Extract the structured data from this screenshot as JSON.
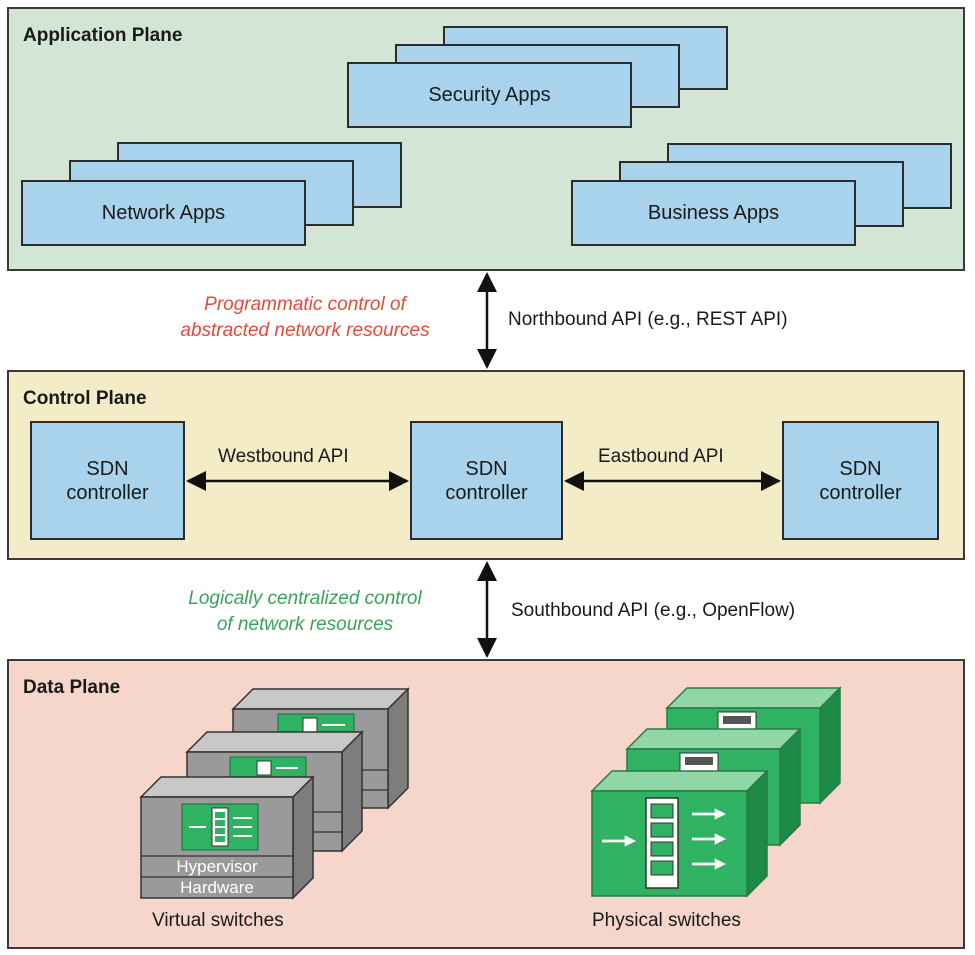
{
  "app_plane": {
    "title": "Application Plane",
    "security_apps": "Security Apps",
    "network_apps": "Network Apps",
    "business_apps": "Business Apps"
  },
  "northbound": {
    "note_line1": "Programmatic control of",
    "note_line2": "abstracted network resources",
    "api_label": "Northbound API (e.g., REST API)"
  },
  "control_plane": {
    "title": "Control Plane",
    "controller_line1": "SDN",
    "controller_line2": "controller",
    "westbound_label": "Westbound API",
    "eastbound_label": "Eastbound API"
  },
  "southbound": {
    "note_line1": "Logically centralized control",
    "note_line2": "of network resources",
    "api_label": "Southbound API (e.g., OpenFlow)"
  },
  "data_plane": {
    "title": "Data Plane",
    "hypervisor_label": "Hypervisor",
    "hardware_label": "Hardware",
    "virtual_switches_label": "Virtual switches",
    "physical_switches_label": "Physical switches"
  },
  "colors": {
    "app_plane_bg": "#d3e6d5",
    "control_plane_bg": "#f4ecc6",
    "data_plane_bg": "#f6d6ca",
    "box_fill": "#a9d3ec",
    "northbound_note": "#e04c3c",
    "southbound_note": "#3aa35a",
    "switch_green": "#2fb261"
  }
}
